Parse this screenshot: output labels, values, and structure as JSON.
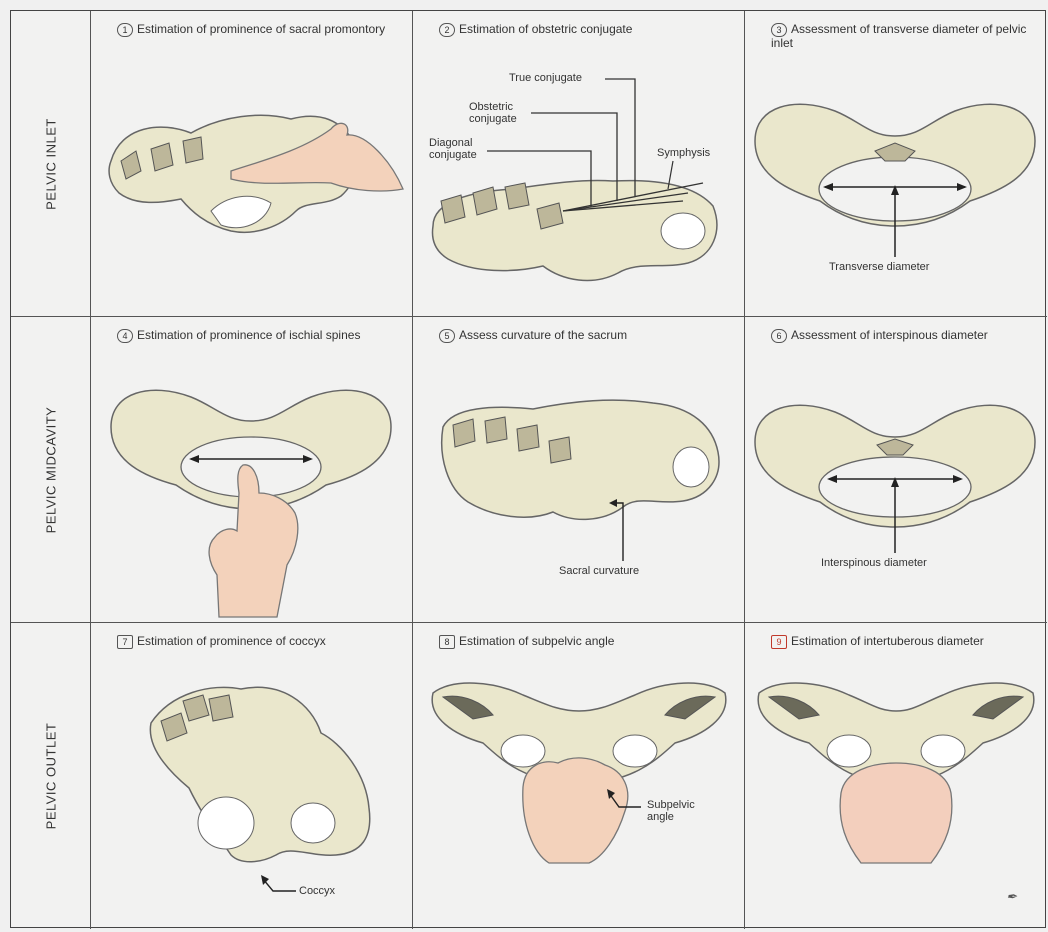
{
  "rows": {
    "inlet": "PELVIC INLET",
    "midcavity": "PELVIC MIDCAVITY",
    "outlet": "PELVIC OUTLET"
  },
  "panels": {
    "p1": {
      "num": "1",
      "caption": "Estimation of prominence of sacral promontory"
    },
    "p2": {
      "num": "2",
      "caption": "Estimation of obstetric conjugate",
      "labels": {
        "true": "True conjugate",
        "obstetric": "Obstetric conjugate",
        "diagonal": "Diagonal conjugate",
        "symphysis": "Symphysis"
      }
    },
    "p3": {
      "num": "3",
      "caption": "Assessment of transverse diameter of pelvic inlet",
      "labels": {
        "transverse": "Transverse diameter"
      }
    },
    "p4": {
      "num": "4",
      "caption": "Estimation of prominence of ischial spines"
    },
    "p5": {
      "num": "5",
      "caption": "Assess curvature of the sacrum",
      "labels": {
        "sacral": "Sacral curvature"
      }
    },
    "p6": {
      "num": "6",
      "caption": "Assessment of interspinous diameter",
      "labels": {
        "interspinous": "Interspinous diameter"
      }
    },
    "p7": {
      "num": "7",
      "caption": "Estimation of prominence of coccyx",
      "labels": {
        "coccyx": "Coccyx"
      }
    },
    "p8": {
      "num": "8",
      "caption": "Estimation of subpelvic angle",
      "labels": {
        "subpelvic": "Subpelvic angle"
      }
    },
    "p9": {
      "num": "9",
      "caption": "Estimation of intertuberous diameter"
    }
  },
  "signature": "Netter"
}
